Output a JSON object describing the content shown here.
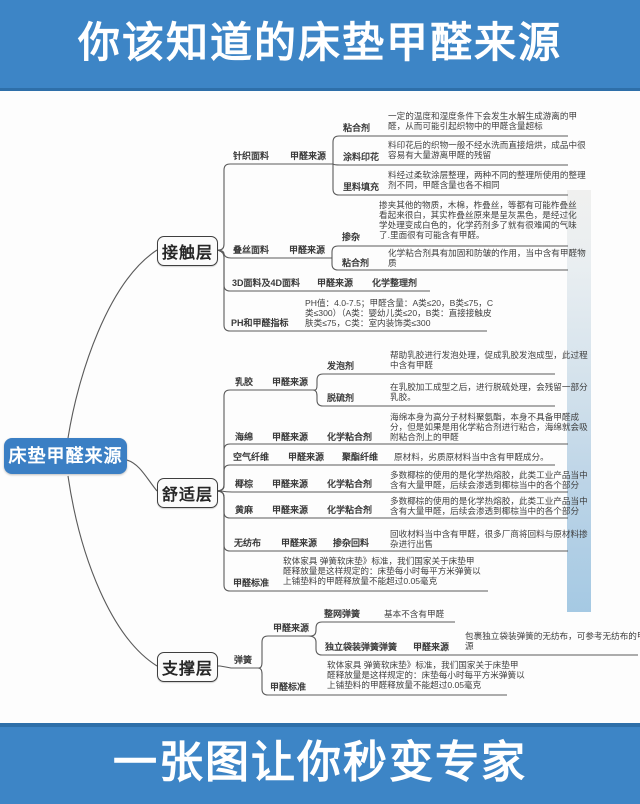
{
  "header": {
    "title": "你该知道的床垫甲醛来源"
  },
  "footer": {
    "title": "一张图让你秒变专家"
  },
  "colors": {
    "banner_blue": "#3d85c6",
    "banner_edge": "#2e6fa9",
    "root_blue": "#3b7fc4",
    "line_gray": "#5a5a5a",
    "bar_gradient_top": "#f0f0ef",
    "bar_gradient_bottom": "#a5c9e3"
  },
  "mindmap": {
    "root": "床垫甲醛来源",
    "branches": [
      {
        "id": "contact",
        "label": "接触层",
        "items": [
          {
            "id": "a1",
            "label": "针织面料",
            "tag": "甲醛来源",
            "subs": [
              {
                "id": "a1c1",
                "label": "粘合剂",
                "desc": [
                  "一定的温度和湿度条件下会发生水解生成游离的甲",
                  "醛，从而可能引起织物中的甲醛含量超标"
                ]
              },
              {
                "id": "a1c2",
                "label": "涂料印花",
                "desc": [
                  "料印花后的织物一般不经水洗而直接焙烘，成品中很",
                  "容易有大量游离甲醛的残留"
                ]
              },
              {
                "id": "a1c3",
                "label": "里料填充",
                "desc": [
                  "料经过柔软涂层整理，两种不同的整理所使用的整理",
                  "剂不同，甲醛含量也各不相同"
                ]
              }
            ]
          },
          {
            "id": "a2",
            "label": "叠丝面料",
            "tag": "甲醛来源",
            "subs": [
              {
                "id": "a2c1",
                "label": "掺杂",
                "desc": [
                  "掺夹其他的物质，木棉，柞叠丝，等都有可能柞叠丝",
                  "看起来很白，其实柞叠丝原来是呈灰黑色，是经过化",
                  "学处理变成白色的，化学药剂多了就有很难闻的气味",
                  "了.里面很有可能含有甲醛。"
                ]
              },
              {
                "id": "a2c2",
                "label": "粘合剂",
                "desc": [
                  "化学粘合剂具有加固和防皱的作用，当中含有甲醛物",
                  "质"
                ]
              }
            ]
          },
          {
            "id": "a3",
            "label": "3D面料及4D面料",
            "tag": "甲醛来源",
            "subs": [
              {
                "id": "a3c1",
                "label": "化学整理剂"
              }
            ]
          },
          {
            "id": "a4",
            "label": "PH和甲醛指标",
            "desc": [
              "PH值：4.0-7.5；甲醛含量：A类≤20，B类≤75，C",
              "类≤300）（A类：婴幼儿类≤20，B类：直接接触皮",
              "肤类≤75，C类：室内装饰类≤300"
            ]
          }
        ]
      },
      {
        "id": "comfort",
        "label": "舒适层",
        "items": [
          {
            "id": "b1",
            "label": "乳胶",
            "tag": "甲醛来源",
            "subs": [
              {
                "id": "b1c1",
                "label": "发泡剂",
                "desc": [
                  "帮助乳胶进行发泡处理，促成乳胶发泡成型，此过程",
                  "中含有甲醛"
                ]
              },
              {
                "id": "b1c2",
                "label": "脱硫剂",
                "desc": [
                  "在乳胶加工成型之后，进行脱硫处理，会残留一部分",
                  "乳胶。"
                ]
              }
            ]
          },
          {
            "id": "b2",
            "label": "海绵",
            "tag": "甲醛来源",
            "subs": [
              {
                "id": "b2c1",
                "label": "化学粘合剂",
                "desc": [
                  "海绵本身为高分子材料聚氨酯，本身不具备甲醛成",
                  "分，但是如果是用化学粘合剂进行粘合，海绵就会吸",
                  "附粘合剂上的甲醛"
                ]
              }
            ]
          },
          {
            "id": "b3",
            "label": "空气纤维",
            "tag": "甲醛来源",
            "subs": [
              {
                "id": "b3c1",
                "label": "聚酯纤维",
                "desc": [
                  "原材料，劣质原材料当中含有甲醛成分。"
                ]
              }
            ]
          },
          {
            "id": "b4",
            "label": "椰棕",
            "tag": "甲醛来源",
            "subs": [
              {
                "id": "b4c1",
                "label": "化学粘合剂",
                "desc": [
                  "多数椰棕的使用的是化学热熔胶，此类工业产品当中",
                  "含有大量甲醛，后续会渗透到椰棕当中的各个部分"
                ]
              }
            ]
          },
          {
            "id": "b5",
            "label": "黄麻",
            "tag": "甲醛来源",
            "subs": [
              {
                "id": "b5c1",
                "label": "化学粘合剂",
                "desc": [
                  "多数椰棕的使用的是化学热熔胶，此类工业产品当中",
                  "含有大量甲醛，后续会渗透到椰棕当中的各个部分"
                ]
              }
            ]
          },
          {
            "id": "b6",
            "label": "无纺布",
            "tag": "甲醛来源",
            "subs": [
              {
                "id": "b6c1",
                "label": "掺杂回料",
                "desc": [
                  "回收材料当中含有甲醛，很多厂商将回料与原材料掺",
                  "杂进行出售"
                ]
              }
            ]
          },
          {
            "id": "b7",
            "label": "甲醛标准",
            "desc": [
              "软体家具 弹簧软床垫》标准，我们国家关于床垫甲",
              "醛释放量是这样规定的：床垫每小时每平方米弹簧以",
              "上铺垫料的甲醛释放量不能超过0.05毫克"
            ]
          }
        ]
      },
      {
        "id": "support",
        "label": "支撑层",
        "items": [
          {
            "id": "c1",
            "label": "弹簧",
            "tag": "甲醛来源",
            "subs": [
              {
                "id": "c1c1",
                "label": "整网弹簧",
                "desc": [
                  "基本不含有甲醛"
                ]
              },
              {
                "id": "c1c2",
                "label": "独立袋装弹簧弹簧",
                "tag": "甲醛来源",
                "desc": [
                  "包裹独立袋装弹簧的无纺布，可参考无纺布的甲醛来",
                  "源"
                ]
              }
            ]
          },
          {
            "id": "c2",
            "label": "甲醛标准",
            "desc": [
              "软体家具 弹簧软床垫》标准，我们国家关于床垫甲",
              "醛释放量是这样规定的：床垫每小时每平方米弹簧以",
              "上铺垫料的甲醛释放量不能超过0.05毫克"
            ]
          }
        ]
      }
    ]
  }
}
